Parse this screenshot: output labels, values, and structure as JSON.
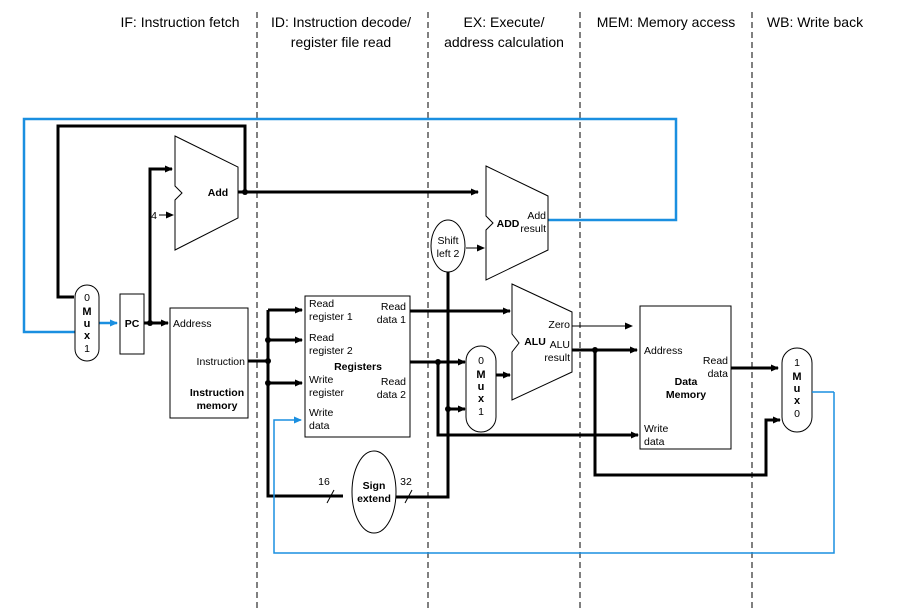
{
  "stages": [
    {
      "line1": "IF: Instruction fetch",
      "line2": ""
    },
    {
      "line1": "ID: Instruction decode/",
      "line2": "register file read"
    },
    {
      "line1": "EX: Execute/",
      "line2": "address calculation"
    },
    {
      "line1": "MEM: Memory access",
      "line2": ""
    },
    {
      "line1": "WB: Write back",
      "line2": ""
    }
  ],
  "components": {
    "pc": "PC",
    "add": "Add",
    "add_const": "4",
    "branch_add": "ADD",
    "branch_add_result": [
      "Add",
      "result"
    ],
    "shift": [
      "Shift",
      "left 2"
    ],
    "instruction_memory": {
      "address": "Address",
      "instruction": "Instruction",
      "name": [
        "Instruction",
        "memory"
      ]
    },
    "registers": {
      "read_register_1": [
        "Read",
        "register 1"
      ],
      "read_register_2": [
        "Read",
        "register 2"
      ],
      "write_register": [
        "Write",
        "register"
      ],
      "write_data": [
        "Write",
        "data"
      ],
      "read_data_1": [
        "Read",
        "data 1"
      ],
      "read_data_2": [
        "Read",
        "data 2"
      ],
      "name": "Registers"
    },
    "alu": {
      "name": "ALU",
      "zero": "Zero",
      "result": [
        "ALU",
        "result"
      ]
    },
    "data_memory": {
      "address": "Address",
      "read_data": [
        "Read",
        "data"
      ],
      "write_data": [
        "Write",
        "data"
      ],
      "name": [
        "Data",
        "Memory"
      ]
    },
    "sign_extend": {
      "name": [
        "Sign",
        "extend"
      ],
      "in_bits": "16",
      "out_bits": "32"
    },
    "mux_if": {
      "top": "0",
      "m": "M",
      "u": "u",
      "x": "x",
      "bottom": "1"
    },
    "mux_ex": {
      "top": "0",
      "m": "M",
      "u": "u",
      "x": "x",
      "bottom": "1"
    },
    "mux_wb": {
      "top": "1",
      "m": "M",
      "u": "u",
      "x": "x",
      "bottom": "0"
    }
  },
  "colors": {
    "wire": "#000000",
    "control_path": "#1a8fe0"
  }
}
